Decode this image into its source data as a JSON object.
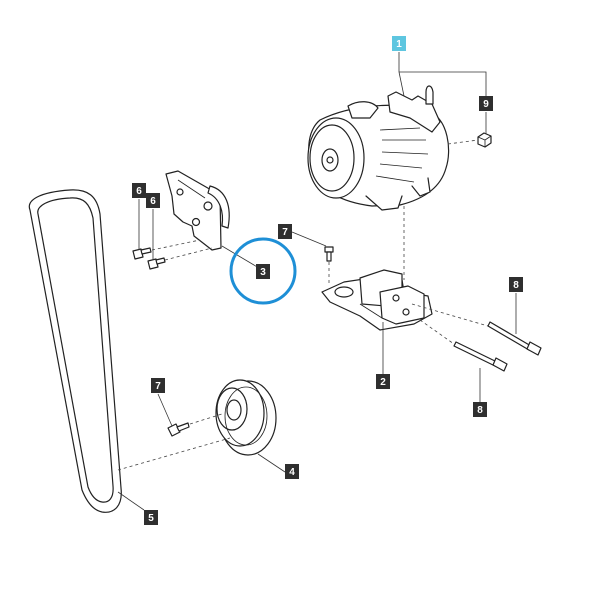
{
  "colors": {
    "callout_bg": "#2f2f2f",
    "callout_text": "#ffffff",
    "selected_callout_bg": "#5ec6e0",
    "highlight_ring": "#1e8fd6",
    "line": "#222222"
  },
  "callouts": [
    {
      "id": "c1",
      "label": "1",
      "selected": true
    },
    {
      "id": "c9",
      "label": "9"
    },
    {
      "id": "c6a",
      "label": "6"
    },
    {
      "id": "c6b",
      "label": "6"
    },
    {
      "id": "c7a",
      "label": "7"
    },
    {
      "id": "c3",
      "label": "3",
      "highlighted": true
    },
    {
      "id": "c8a",
      "label": "8"
    },
    {
      "id": "c2",
      "label": "2"
    },
    {
      "id": "c8b",
      "label": "8"
    },
    {
      "id": "c7b",
      "label": "7"
    },
    {
      "id": "c4",
      "label": "4"
    },
    {
      "id": "c5",
      "label": "5"
    }
  ],
  "parts": [
    {
      "id": "compressor",
      "icon": "ac-compressor-drawing"
    },
    {
      "id": "bracket",
      "icon": "mounting-bracket-drawing"
    },
    {
      "id": "tensioner",
      "icon": "tensioner-bracket-drawing"
    },
    {
      "id": "pulley",
      "icon": "pulley-drawing"
    },
    {
      "id": "belt",
      "icon": "drive-belt-drawing"
    },
    {
      "id": "long-bolts",
      "icon": "long-bolt-drawing"
    },
    {
      "id": "small-bolts",
      "icon": "small-bolt-drawing"
    },
    {
      "id": "nut",
      "icon": "nut-drawing"
    }
  ]
}
